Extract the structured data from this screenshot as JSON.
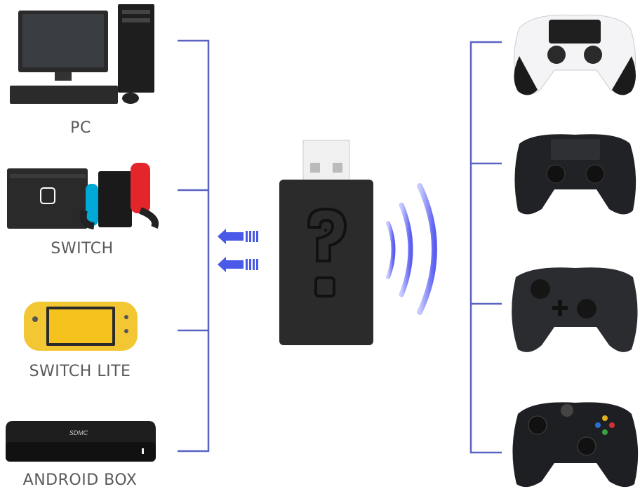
{
  "devices": [
    {
      "label": "PC"
    },
    {
      "label": "SWITCH"
    },
    {
      "label": "SWITCH LITE"
    },
    {
      "label": "ANDROID BOX"
    }
  ],
  "box_brand": "SDMC",
  "controllers": [
    "ps5-controller",
    "ps4-controller",
    "switch-pro-controller",
    "xbox-controller"
  ],
  "colors": {
    "line": "#5a63c4",
    "arrow": "#4a5ae8",
    "wave": "#6a6ef0"
  }
}
